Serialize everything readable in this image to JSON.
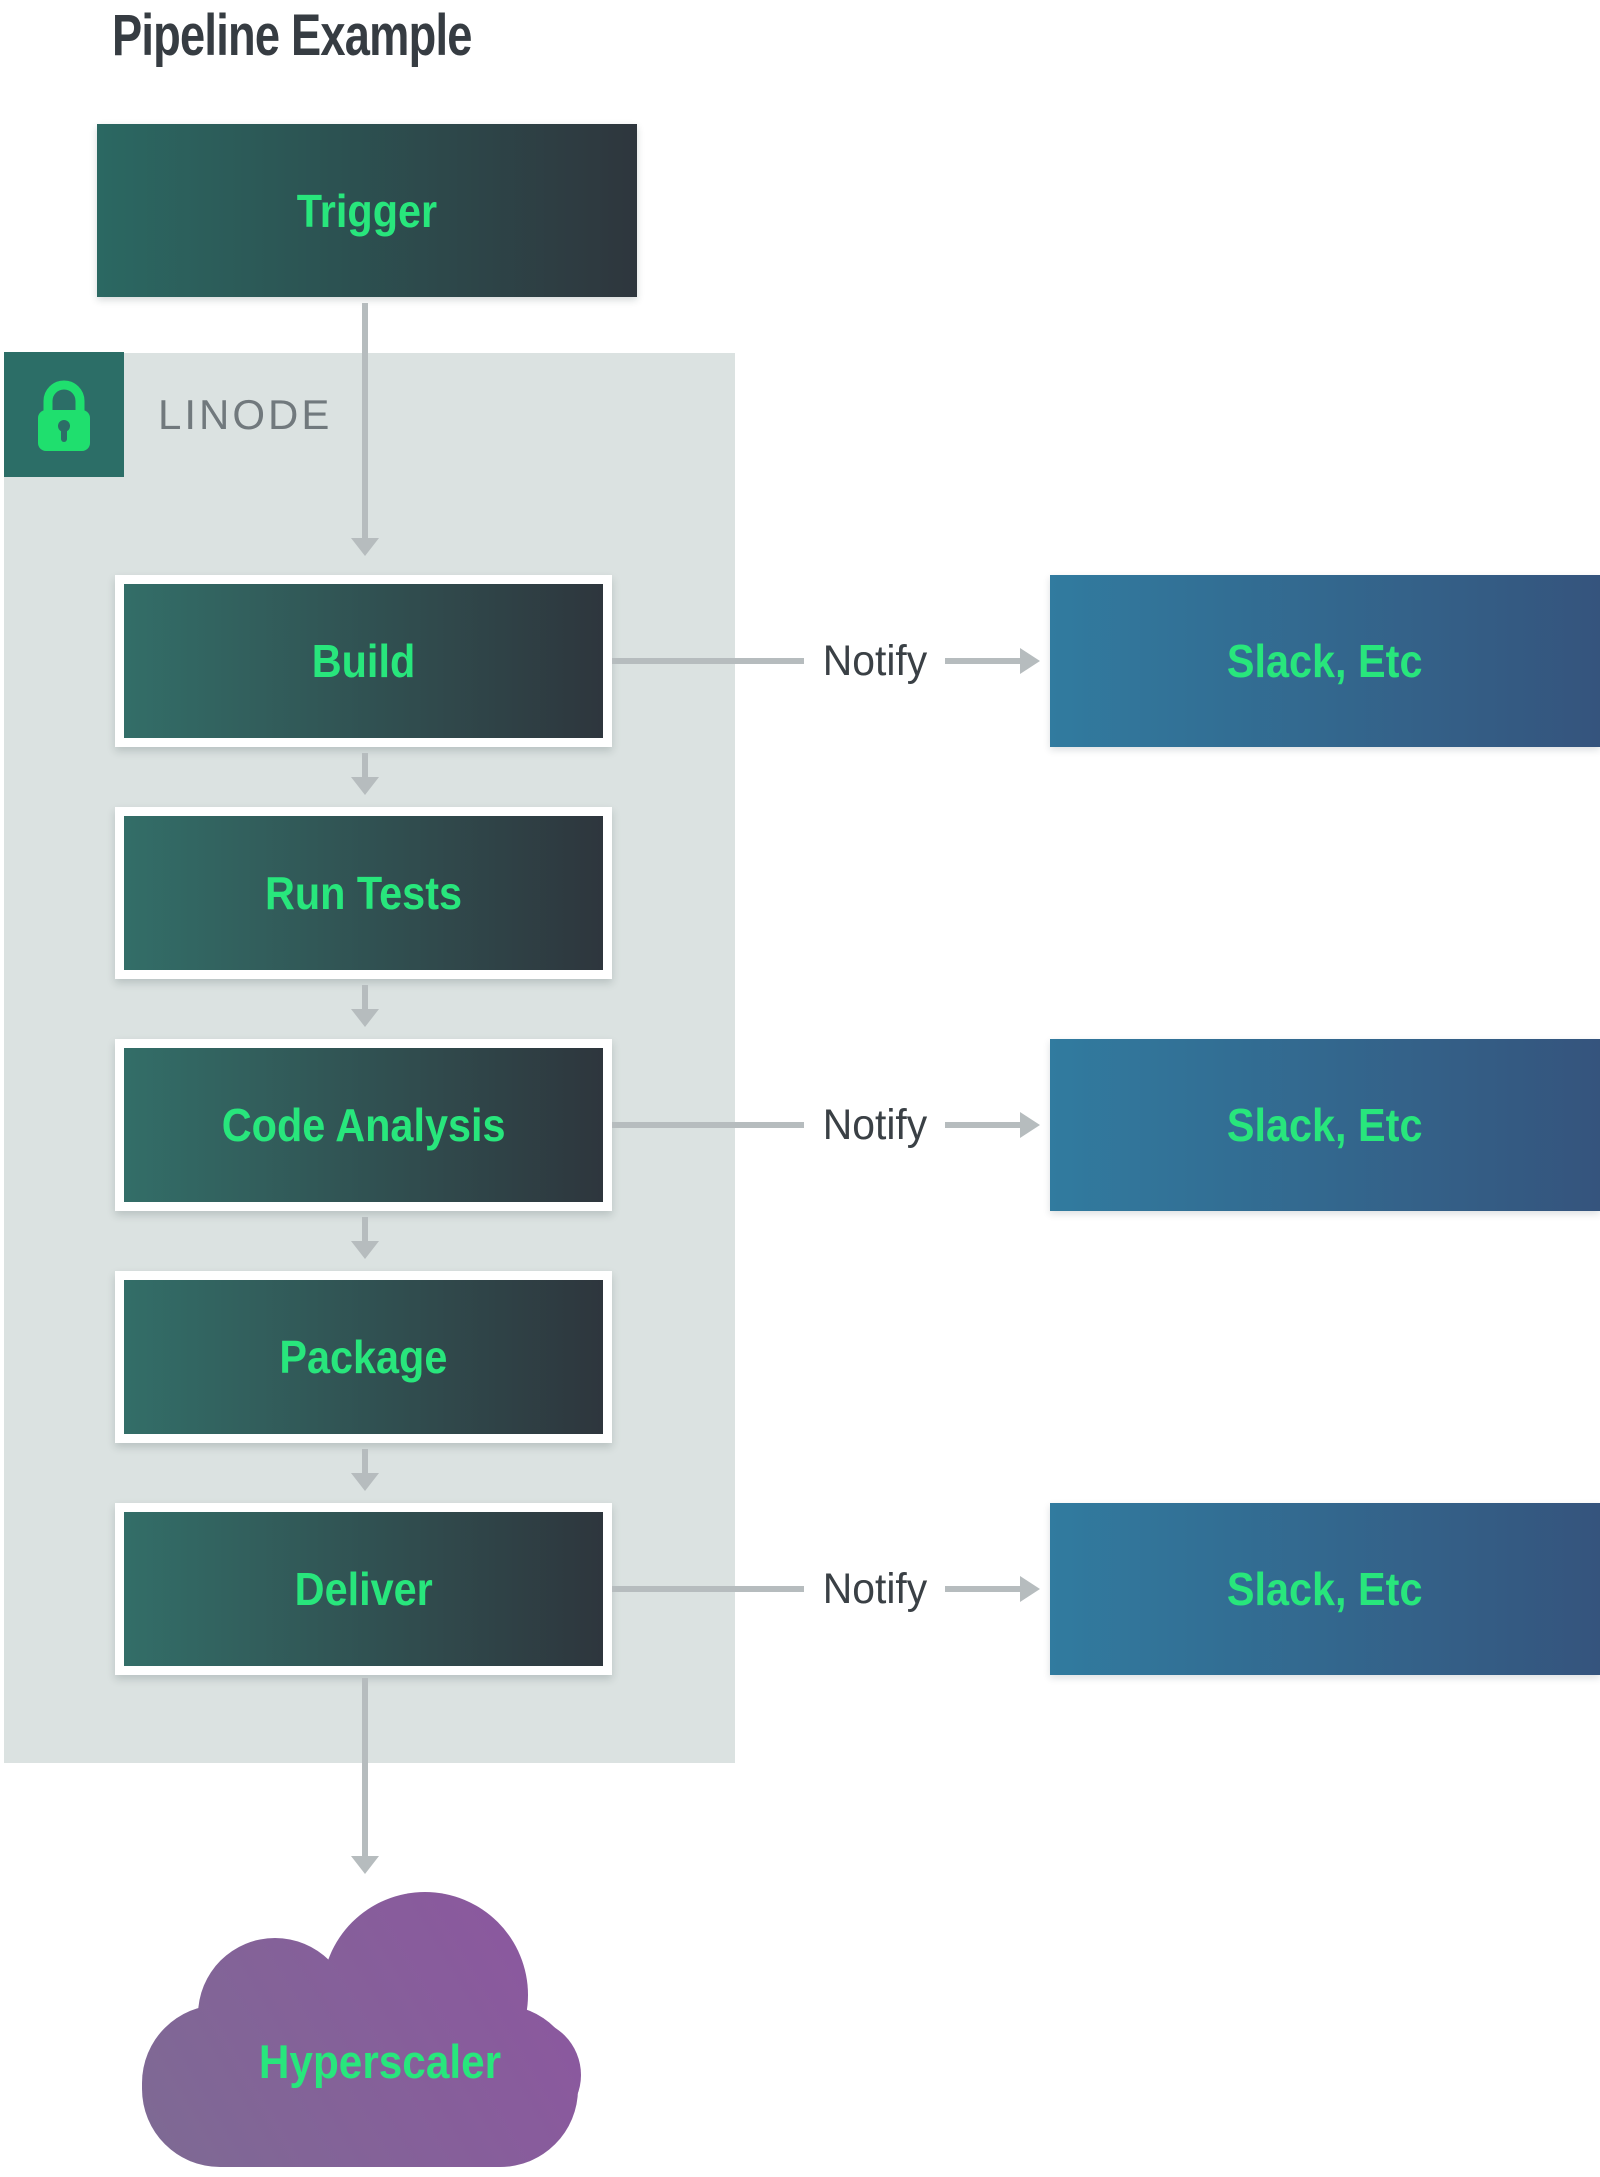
{
  "title": "Pipeline Example",
  "trigger": {
    "label": "Trigger"
  },
  "provider": {
    "name": "LINODE",
    "icon": "lock-icon"
  },
  "stages": [
    {
      "label": "Build",
      "notify": true
    },
    {
      "label": "Run Tests",
      "notify": false
    },
    {
      "label": "Code Analysis",
      "notify": true
    },
    {
      "label": "Package",
      "notify": false
    },
    {
      "label": "Deliver",
      "notify": true
    }
  ],
  "notify": {
    "label": "Notify",
    "target": "Slack, Etc"
  },
  "destination": {
    "label": "Hyperscaler"
  },
  "colors": {
    "stage_gradient_start": "#336e68",
    "stage_gradient_end": "#2e363d",
    "trigger_gradient_start": "#2b6862",
    "trigger_gradient_end": "#2e363d",
    "label_green": "#28e67c",
    "container_bg": "#dbe2e1",
    "badge_bg": "#2c6e67",
    "lock_green": "#1fdf6e",
    "notify_box_gradient_start": "#317b9f",
    "notify_box_gradient_end": "#35547d",
    "cloud_gradient_start": "#7d6b93",
    "cloud_gradient_end": "#8d55a0",
    "arrow_gray": "#b6bcbe",
    "title_color": "#363c42",
    "provider_text": "#71797d",
    "notify_text": "#3a4045"
  }
}
